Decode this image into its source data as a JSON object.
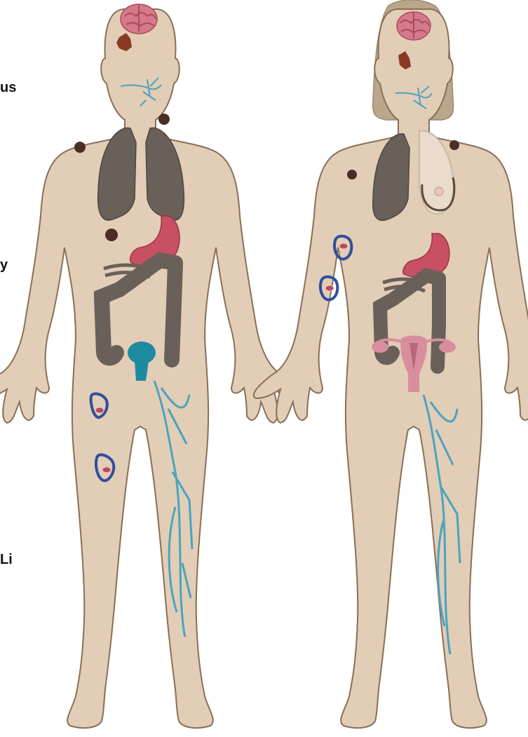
{
  "labels": {
    "top": "us",
    "middle": "y",
    "bottom": "Li"
  },
  "colors": {
    "skin": "#e2cdb6",
    "skin_outline": "#8a6f57",
    "lung": "#6a605a",
    "intestine": "#6a605a",
    "stomach": "#c94f63",
    "brain": "#d57a8a",
    "lymph": "#4aa3c0",
    "bladder": "#1e8aa0",
    "lesion_ring": "#2f4f9a",
    "lesion_core": "#c0446a",
    "tumor": "#8a3a24",
    "mole": "#4a2e26",
    "hair": "#b9a68b",
    "uterus": "#d98e9e",
    "breast_outline": "#5a4a40"
  },
  "figures": [
    "male-figure",
    "female-figure"
  ]
}
